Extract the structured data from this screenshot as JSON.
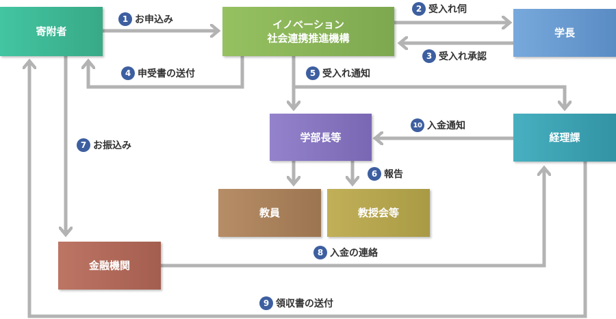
{
  "nodes": {
    "donor": "寄附者",
    "innovation_line1": "イノベーション",
    "innovation_line2": "社会連携推進機構",
    "president": "学長",
    "dean": "学部長等",
    "accounting": "経理課",
    "faculty": "教員",
    "professor": "教授会等",
    "bank": "金融機関"
  },
  "steps": [
    {
      "num": "1",
      "label": "お申込み"
    },
    {
      "num": "2",
      "label": "受入れ伺"
    },
    {
      "num": "3",
      "label": "受入れ承認"
    },
    {
      "num": "4",
      "label": "申受書の送付"
    },
    {
      "num": "5",
      "label": "受入れ通知"
    },
    {
      "num": "6",
      "label": "報告"
    },
    {
      "num": "7",
      "label": "お振込み"
    },
    {
      "num": "8",
      "label": "入金の連絡"
    },
    {
      "num": "9",
      "label": "領収書の送付"
    },
    {
      "num": "10",
      "label": "入金通知"
    }
  ],
  "colors": {
    "arrow": "#b3b3b3",
    "badge": "#3d5fa0",
    "donor": "#3fbc98",
    "innovation": "#8db85a",
    "president": "#6c9ed3",
    "dean": "#8a77c2",
    "accounting": "#3ea5b6",
    "faculty": "#a9825c",
    "professor": "#b6a64f",
    "bank": "#b26a5a"
  }
}
